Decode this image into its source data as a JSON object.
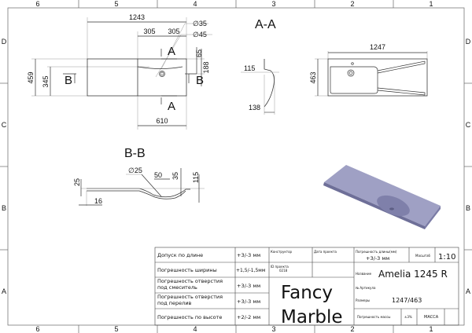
{
  "frame": {
    "columns": [
      "6",
      "5",
      "4",
      "3",
      "2",
      "1"
    ],
    "rows": [
      "D",
      "C",
      "B",
      "A"
    ]
  },
  "top_view": {
    "dims": {
      "length": "1243",
      "half_left": "305",
      "half_right": "305",
      "hole_small": "∅35",
      "hole_large": "∅45",
      "depth": "459",
      "inner_depth": "345",
      "offset": "65",
      "drain_offset": "188",
      "bowl_width": "610"
    },
    "section_marks": {
      "a": "A",
      "b": "B"
    }
  },
  "section_aa": {
    "title": "A-A",
    "dims": {
      "height": "115",
      "depth": "138"
    }
  },
  "front_view": {
    "dims": {
      "length": "1247",
      "depth": "463"
    }
  },
  "section_bb": {
    "title": "B-B",
    "dims": {
      "drain": "∅25",
      "drain_pos": "50",
      "bowl_depth": "35",
      "total_height": "115",
      "thickness": "25",
      "edge": "16"
    }
  },
  "title_block": {
    "tolerances": [
      {
        "label": "Допуск по длине",
        "value": "+3/-3 мм"
      },
      {
        "label": "Погрешность ширины",
        "value": "+1,5/-1,5мм"
      },
      {
        "label": "Погрешность отверстия под смеситель",
        "value": "+3/-3 мм"
      },
      {
        "label": "Погрешность отверстия под перелив",
        "value": "+3/-3 мм"
      },
      {
        "label": "Погрешность по высоте",
        "value": "+2/-2 мм"
      }
    ],
    "designer_label": "Конструктор",
    "date_label": "Дата проекта",
    "project_id_label": "ID проекта",
    "project_id": "0218",
    "brand_line1": "Fancy",
    "brand_line2": "Marble",
    "length_tol_label": "Погрешность длины(мм)",
    "length_tol_value": "+3/-3 мм",
    "scale_label": "Масштаб",
    "scale": "1:10",
    "name_label": "Название",
    "name": "Amelia 1245 R",
    "article_label": "№ Артикула",
    "size_label": "Размеры",
    "size": "1247/463",
    "mass_tol_label": "Погрешность массы",
    "mass_tol": "±3%",
    "mass_label": "МАССА"
  },
  "colors": {
    "render": "#8e8fb4",
    "line": "#222222"
  }
}
